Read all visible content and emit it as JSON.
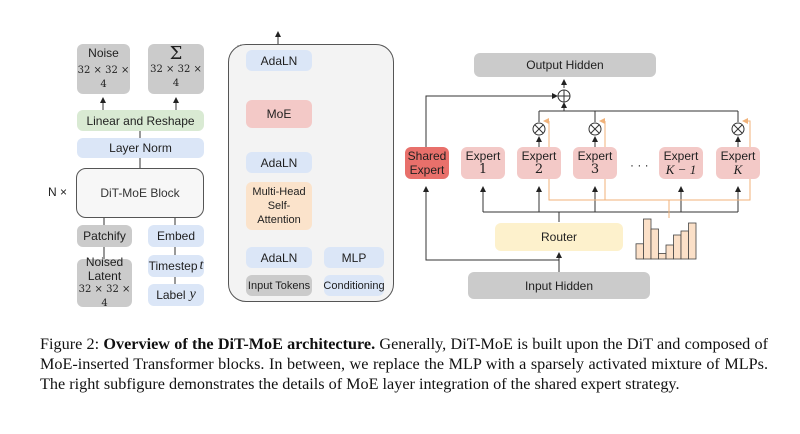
{
  "left_panel": {
    "noise": {
      "title": "Noise",
      "shape": "32 × 32 × 4"
    },
    "sigma": {
      "title": "Σ",
      "shape": "32 × 32 × 4"
    },
    "linear_reshape": "Linear and Reshape",
    "layer_norm": "Layer Norm",
    "repeat_label": "N ×",
    "dit_moe_block": "DiT-MoE Block",
    "patchify": "Patchify",
    "embed": "Embed",
    "noised_latent": {
      "line1": "Noised",
      "line2": "Latent",
      "shape": "32 × 32 × 4"
    },
    "timestep": {
      "text": "Timestep",
      "symbol": "t"
    },
    "label": {
      "text": "Label",
      "symbol": "y"
    }
  },
  "middle_panel": {
    "adaln_top": "AdaLN",
    "moe": "MoE",
    "adaln_mid": "AdaLN",
    "attention": {
      "line1": "Multi-Head",
      "line2": "Self-Attention"
    },
    "adaln_bottom": "AdaLN",
    "mlp": "MLP",
    "input_tokens": "Input Tokens",
    "conditioning": "Conditioning"
  },
  "right_panel": {
    "output_hidden": "Output Hidden",
    "shared_expert": {
      "line1": "Shared",
      "line2": "Expert"
    },
    "experts": [
      {
        "label": "Expert",
        "index": "1"
      },
      {
        "label": "Expert",
        "index": "2"
      },
      {
        "label": "Expert",
        "index": "3"
      },
      {
        "label": "Expert",
        "index": "K − 1"
      },
      {
        "label": "Expert",
        "index": "K"
      }
    ],
    "ellipsis": "· · ·",
    "router": "Router",
    "input_hidden": "Input Hidden",
    "router_histogram": [
      0.38,
      1.0,
      0.75,
      0.14,
      0.35,
      0.6,
      0.7,
      0.9
    ]
  },
  "caption": {
    "prefix": "Figure 2: ",
    "bold": "Overview of the DiT-MoE architecture.",
    "body": " Generally, DiT-MoE is built upon the DiT and composed of MoE-inserted Transformer blocks. In between, we replace the MLP with a sparsely activated mixture of MLPs. The right subfigure demonstrates the details of MoE layer integration of the shared expert strategy."
  },
  "colors": {
    "output_box": "#cbcbcb",
    "linear": "#d9ead3",
    "norm": "#dbe6f7",
    "moe": "#f3c9c7",
    "shared_expert": "#e8706b",
    "attention": "#fbe3cb",
    "router": "#fdf1cc",
    "gate_line": "#f0b27a"
  }
}
